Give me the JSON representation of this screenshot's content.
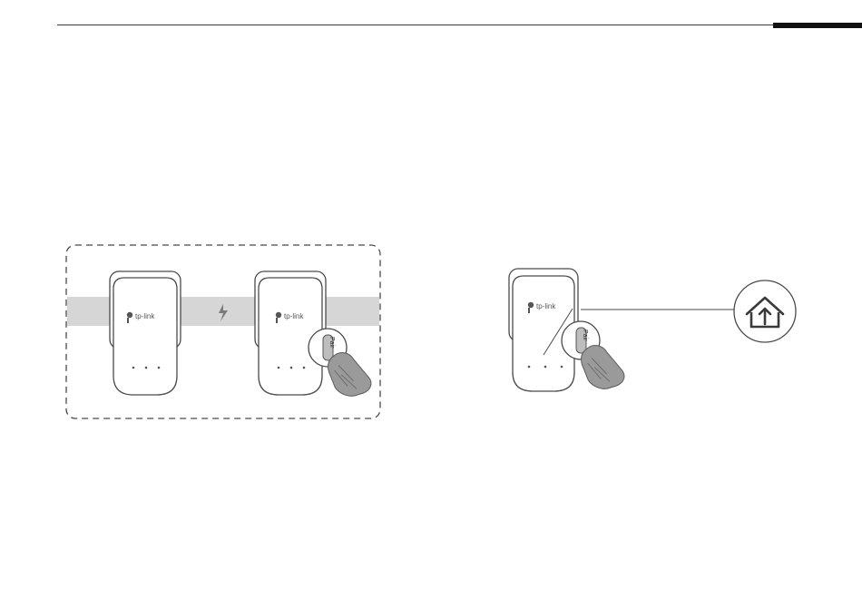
{
  "header": {
    "rule_color": "#3a3a3a",
    "tab_color": "#111111"
  },
  "colors": {
    "powerline_band": "#d6d6d6",
    "outline": "#4a4a4a",
    "hand_fill": "#9a9a9a",
    "button_fill": "#bdbdbd"
  },
  "scene_left": {
    "adapters": [
      {
        "brand": "tp-link",
        "indicator_count": 3,
        "pair_pressed": false
      },
      {
        "brand": "tp-link",
        "indicator_count": 3,
        "pair_pressed": true,
        "pair_label": "Pair"
      }
    ],
    "link_icon": "lightning-bolt-icon"
  },
  "scene_right": {
    "adapter": {
      "brand": "tp-link",
      "indicator_count": 3,
      "pair_pressed": true,
      "pair_label": "Pair"
    },
    "home_icon": "home-upload-icon"
  }
}
